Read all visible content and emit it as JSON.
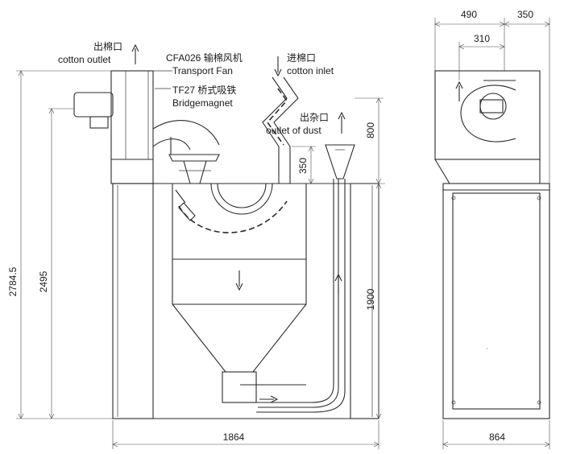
{
  "labels": {
    "cotton_outlet_cn": "出棉口",
    "cotton_outlet_en": "cotton outlet",
    "fan_cn": "CFA026 输棉风机",
    "fan_en": "Transport Fan",
    "magnet_cn": "TF27 桥式吸铁",
    "magnet_en": "Bridgemagnet",
    "cotton_inlet_cn": "进棉口",
    "cotton_inlet_en": "cotton inlet",
    "dust_outlet_cn": "出杂口",
    "dust_outlet_en": "outlet of dust"
  },
  "dimensions": {
    "overall_height": "2784.5",
    "body_height": "2495",
    "front_width": "1864",
    "side_width": "864",
    "upper_height": "800",
    "connector_height": "350",
    "chamber_height": "1900",
    "side_top_left": "490",
    "side_top_right": "350",
    "side_fan_offset": "310"
  }
}
